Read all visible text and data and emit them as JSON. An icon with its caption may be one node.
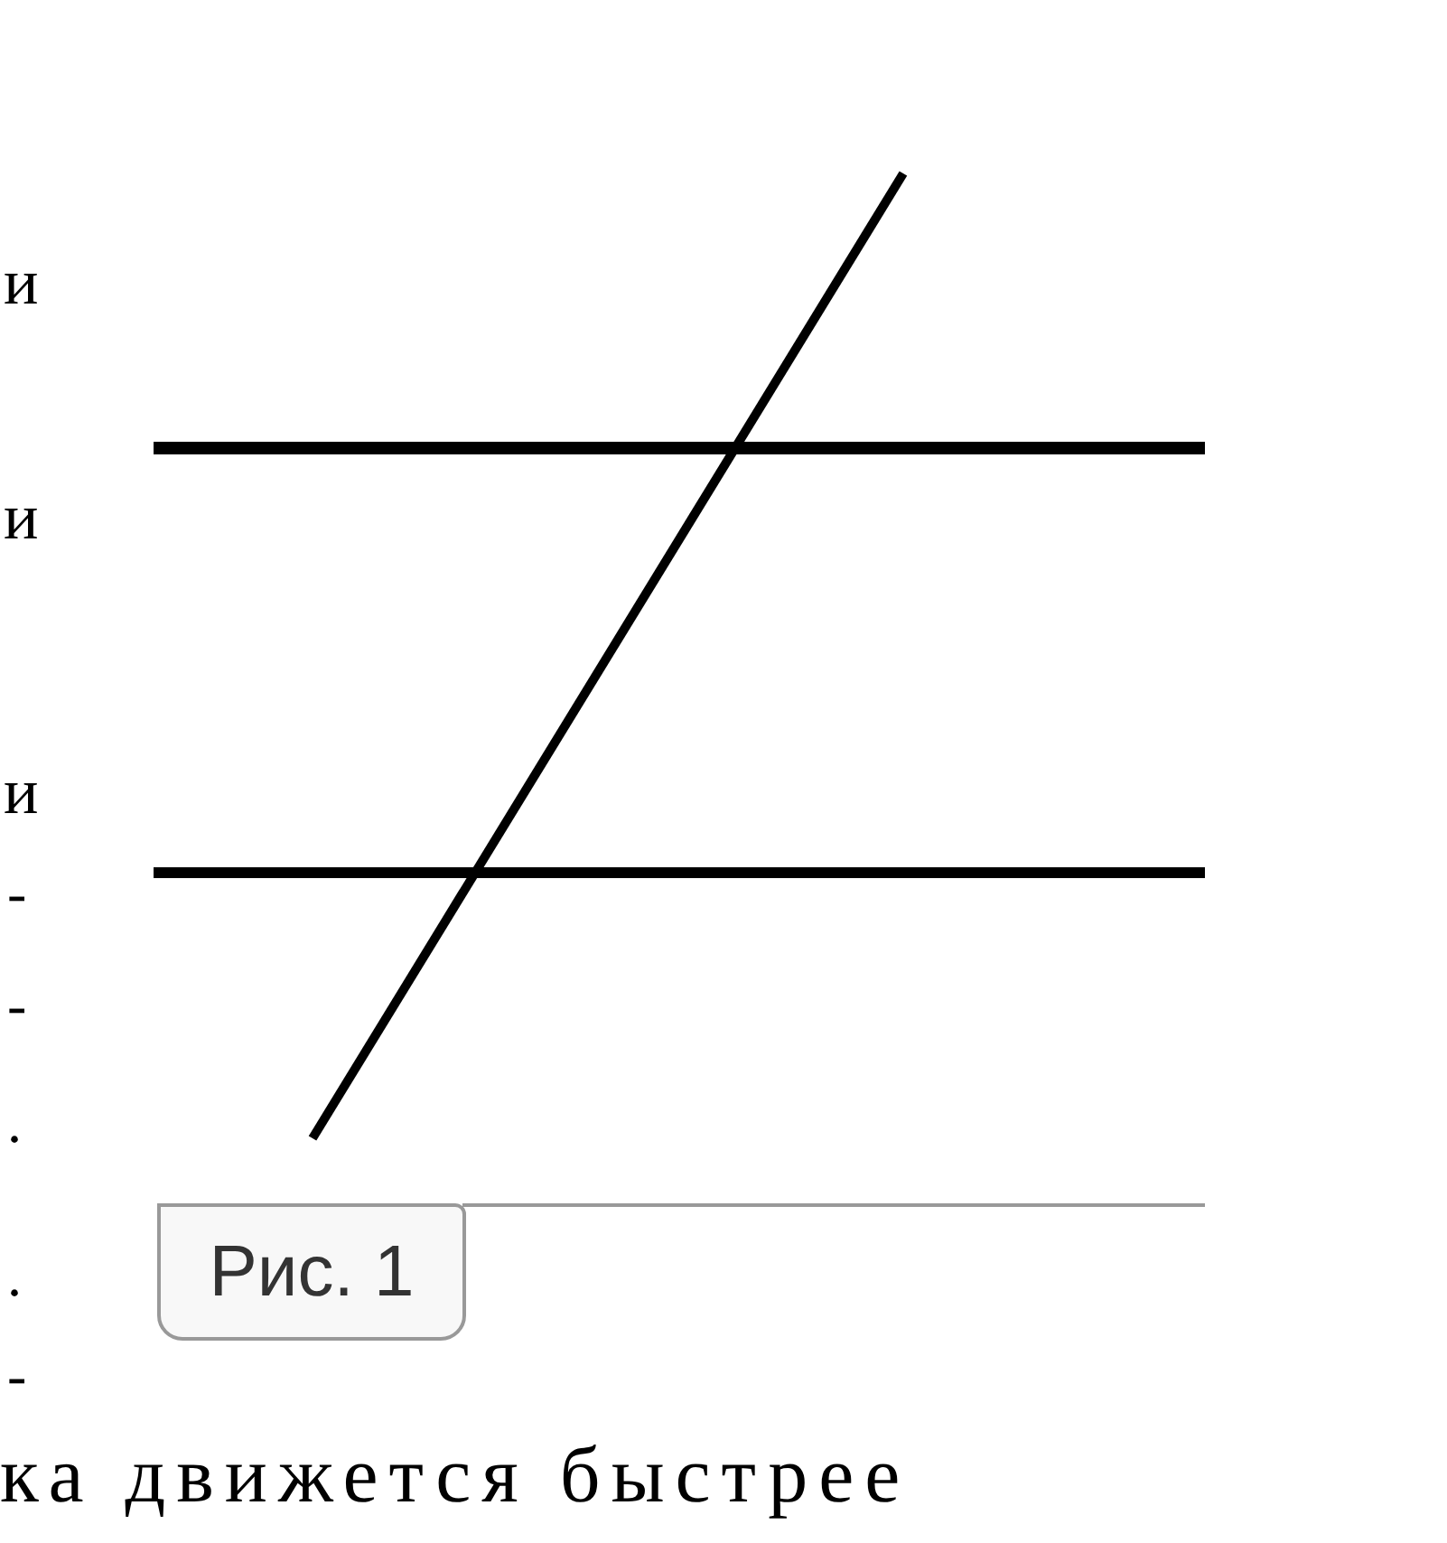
{
  "diagram": {
    "labels": [
      "и",
      "и",
      "и",
      "-",
      "-",
      ".",
      ".",
      "-",
      "Рис. 1",
      "ка движется быстрее"
    ]
  }
}
